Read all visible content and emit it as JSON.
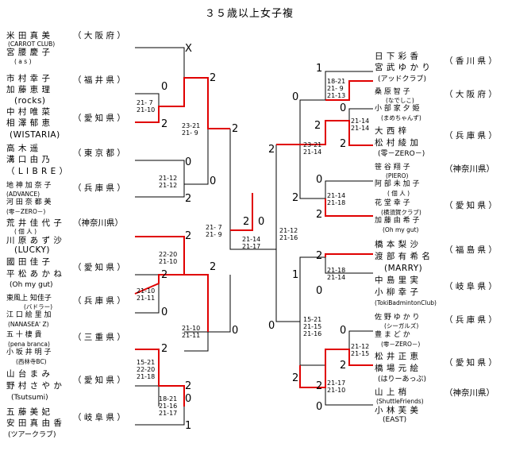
{
  "title": "３５歳以上女子複",
  "left_entries": [
    {
      "p1": "米 田 真 美",
      "p2": "宮 腰 慶 子",
      "club": "(CARROT CLUB)",
      "club2": "( a s )",
      "pref": "（ 大 阪 府 ）"
    },
    {
      "p1": "市 村 幸 子",
      "p2": "加 藤 恵 理",
      "club": "(rocks)",
      "pref": "（ 福 井 県 ）"
    },
    {
      "p1": "中 村 唯 菜",
      "p2": "相 澤 郁 恵",
      "club": "(WISTARIA)",
      "pref": "（ 愛 知 県 ）"
    },
    {
      "p1": "高 木 遥",
      "p2": "溝 口 由 乃",
      "club": "（ L I B R E ）",
      "pref": "（ 東 京 都 ）"
    },
    {
      "p1": "地 神 加 奈 子",
      "p2": "河 田 奈 都 美",
      "club": "(ADVANCE)",
      "club2": "(零－ZERO－)",
      "pref": "（ 兵 庫 県 ）"
    },
    {
      "p1": "荒 井 佳 代 子",
      "p2": "川 原 あ ず 沙",
      "club": "( 個 人 )",
      "club2": "(LUCKY)",
      "pref": "（神奈川県）"
    },
    {
      "p1": "國 田 佳 子",
      "p2": "平 松 あ か ね",
      "club": "(Oh my gut)",
      "pref": "（ 愛 知 県 ）"
    },
    {
      "p1": "東風上 知佳子",
      "p2": "江 口 絵 里 加",
      "club": "(バドラー)",
      "club2": "(NANASEA' Z)",
      "pref": "（ 兵 庫 県 ）"
    },
    {
      "p1": "五 十 棲 貴",
      "p2": "小 坂 井 明 子",
      "club": "(pena branca)",
      "club2": "(西林寺BC)",
      "pref": "（ 三 重 県 ）"
    },
    {
      "p1": "山 台 ま み",
      "p2": "野 村 さ や か",
      "club": "(Tsutsumi)",
      "pref": "（ 愛 知 県 ）"
    },
    {
      "p1": "五 藤 美 妃",
      "p2": "安 田 真 由 香",
      "club": "(ツアークラブ)",
      "pref": "（ 岐 阜 県 ）"
    }
  ],
  "right_entries": [
    {
      "p1": "日 下 彩 香",
      "p2": "宮 武 ゆ か り",
      "club": "(アッドクラブ)",
      "pref": "（ 香 川 県 ）"
    },
    {
      "p1": "桑 原 智 子",
      "p2": "小 部 家 夕 姫",
      "club": "(なでしこ)",
      "club2": "(まめちゃんず)",
      "pref": "（ 大 阪 府 ）"
    },
    {
      "p1": "大 西 梓",
      "p2": "松 村 綾 加",
      "club": "(零－ZERO－)",
      "pref": "（ 兵 庫 県 ）"
    },
    {
      "p1": "笹 谷 翔 子",
      "p2": "阿 部 未 加 子",
      "club": "(PIERO)",
      "club2": "( 個 人 )",
      "pref": "（神奈川県）"
    },
    {
      "p1": "花 堂 幸 子",
      "p2": "加 藤 由 希 子",
      "club": "(横須賀クラブ)",
      "club2": "(Oh my gut)",
      "pref": "（ 愛 知 県 ）"
    },
    {
      "p1": "橋 本 梨 沙",
      "p2": "渡 部 有 希 名",
      "club": "(MARRY)",
      "pref": "（ 福 島 県 ）"
    },
    {
      "p1": "中 島 里 実",
      "p2": "小 柳 幸 子",
      "club": "(TokiBadmintonClub)",
      "pref": "（ 岐 阜 県 ）"
    },
    {
      "p1": "佐 野 ゆ か り",
      "p2": "豊 ま ど か",
      "club": "(シーガルズ)",
      "club2": "(零－ZERO－)",
      "pref": "（ 兵 庫 県 ）"
    },
    {
      "p1": "松 井 正 恵",
      "p2": "橋 場 元 絵",
      "club": "(はりーあっぷ)",
      "pref": "（ 愛 知 県 ）"
    },
    {
      "p1": "山 上 梢",
      "p2": "小 林 芙 美",
      "club": "(ShuttleFriends)",
      "club2": "(EAST)",
      "pref": "（神奈川県）"
    }
  ],
  "scores": {
    "x": "X",
    "s2": "2",
    "s0": "0",
    "s1": "1"
  },
  "games": {
    "l_r1_a": "21- 7\n21-10",
    "l_r2_a": "23-21\n21- 9",
    "l_r1_b": "21-12\n21-12",
    "l_r1_c": "22-20\n21-10",
    "l_r1_d": "21-10\n21-11",
    "l_r2_b": "21-10\n21-11",
    "l_r1_e": "15-21\n22-20\n21-18",
    "l_r1_f": "18-21\n21-16\n21-17",
    "l_sf": "21- 7\n21- 9",
    "final": "21-14\n21-17",
    "r_sf": "21-12\n21-16",
    "r_r1_a": "18-21\n21- 9\n21-13",
    "r_r1_b": "21-14\n21-14",
    "r_r2_a": "23-21\n21-14",
    "r_r1_c": "21-14\n21-18",
    "r_r1_d": "21-18\n21-14",
    "r_r2_b": "15-21\n21-15\n21-16",
    "r_r1_e": "21-12\n21-15",
    "r_r1_f": "21-17\n21-10"
  }
}
